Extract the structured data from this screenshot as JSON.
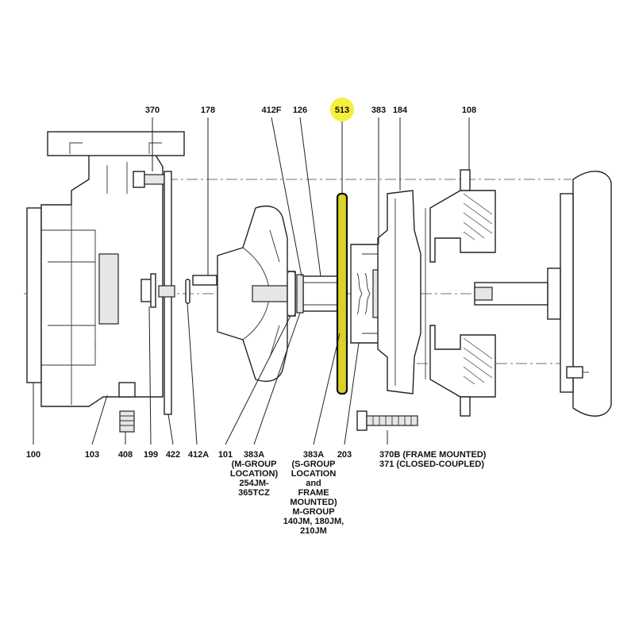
{
  "highlight_color": "#f5f03c",
  "oring_color": "#d8d22a",
  "top_labels": {
    "l370": "370",
    "l178": "178",
    "l412F": "412F",
    "l126": "126",
    "l513": "513",
    "l383": "383",
    "l184": "184",
    "l108": "108"
  },
  "bottom_labels": {
    "l100": "100",
    "l103": "103",
    "l408": "408",
    "l199": "199",
    "l422": "422",
    "l412A": "412A",
    "l101": "101",
    "l203": "203"
  },
  "label_383A_m": [
    "383A",
    "(M-GROUP",
    "LOCATION)",
    "254JM-",
    "365TCZ"
  ],
  "label_383A_s": [
    "383A",
    "(S-GROUP",
    "LOCATION",
    "and",
    "FRAME",
    "MOUNTED)",
    "M-GROUP",
    "140JM, 180JM,",
    "210JM"
  ],
  "label_370B": [
    "370B (FRAME MOUNTED)",
    "371 (CLOSED-COUPLED)"
  ]
}
